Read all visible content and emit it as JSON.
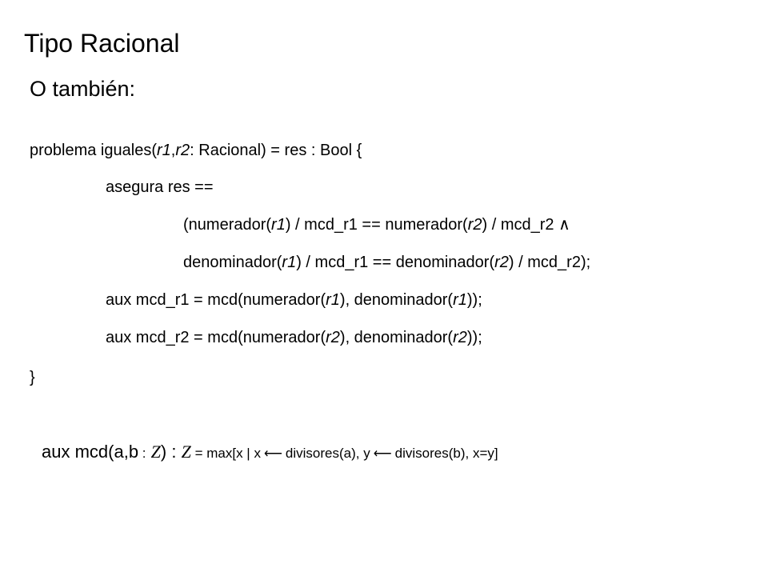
{
  "slide": {
    "title": "Tipo Racional",
    "subtitle": "O también:"
  },
  "code": {
    "l1": {
      "a": "problema iguales(",
      "r1": "r1",
      "comma": ",",
      "r2": "r2",
      "b": ": Racional) = res : Bool {"
    },
    "l2": {
      "text": "asegura res =="
    },
    "l3": {
      "a": "(numerador(",
      "r1": "r1",
      "b": ") / mcd_r1 == numerador(",
      "r2": "r2",
      "c": ") / mcd_r2",
      "and": "∧"
    },
    "l4": {
      "a": "denominador(",
      "r1": "r1",
      "b": ") / mcd_r1 == denominador(",
      "r2": "r2",
      "c": ") / mcd_r2);"
    },
    "l5": {
      "a": "aux mcd_r1 = mcd(numerador(",
      "r1a": "r1",
      "b": "), denominador(",
      "r1b": "r1",
      "c": "));"
    },
    "l6": {
      "a": "aux mcd_r2 = mcd(numerador(",
      "r2a": "r2",
      "b": "), denominador(",
      "r2b": "r2",
      "c": "));"
    },
    "l7": {
      "text": "}"
    }
  },
  "aux": {
    "a": "aux mcd(a,b",
    "colon1": ":",
    "int1": "Z",
    "paren": ")",
    "colon2": ":",
    "int2": "Z",
    "expr1": "= max[x | x",
    "arrow1": "⟵",
    "expr2": "divisores(a),  y",
    "arrow2": "⟵",
    "expr3": "divisores(b),  x=y]"
  }
}
